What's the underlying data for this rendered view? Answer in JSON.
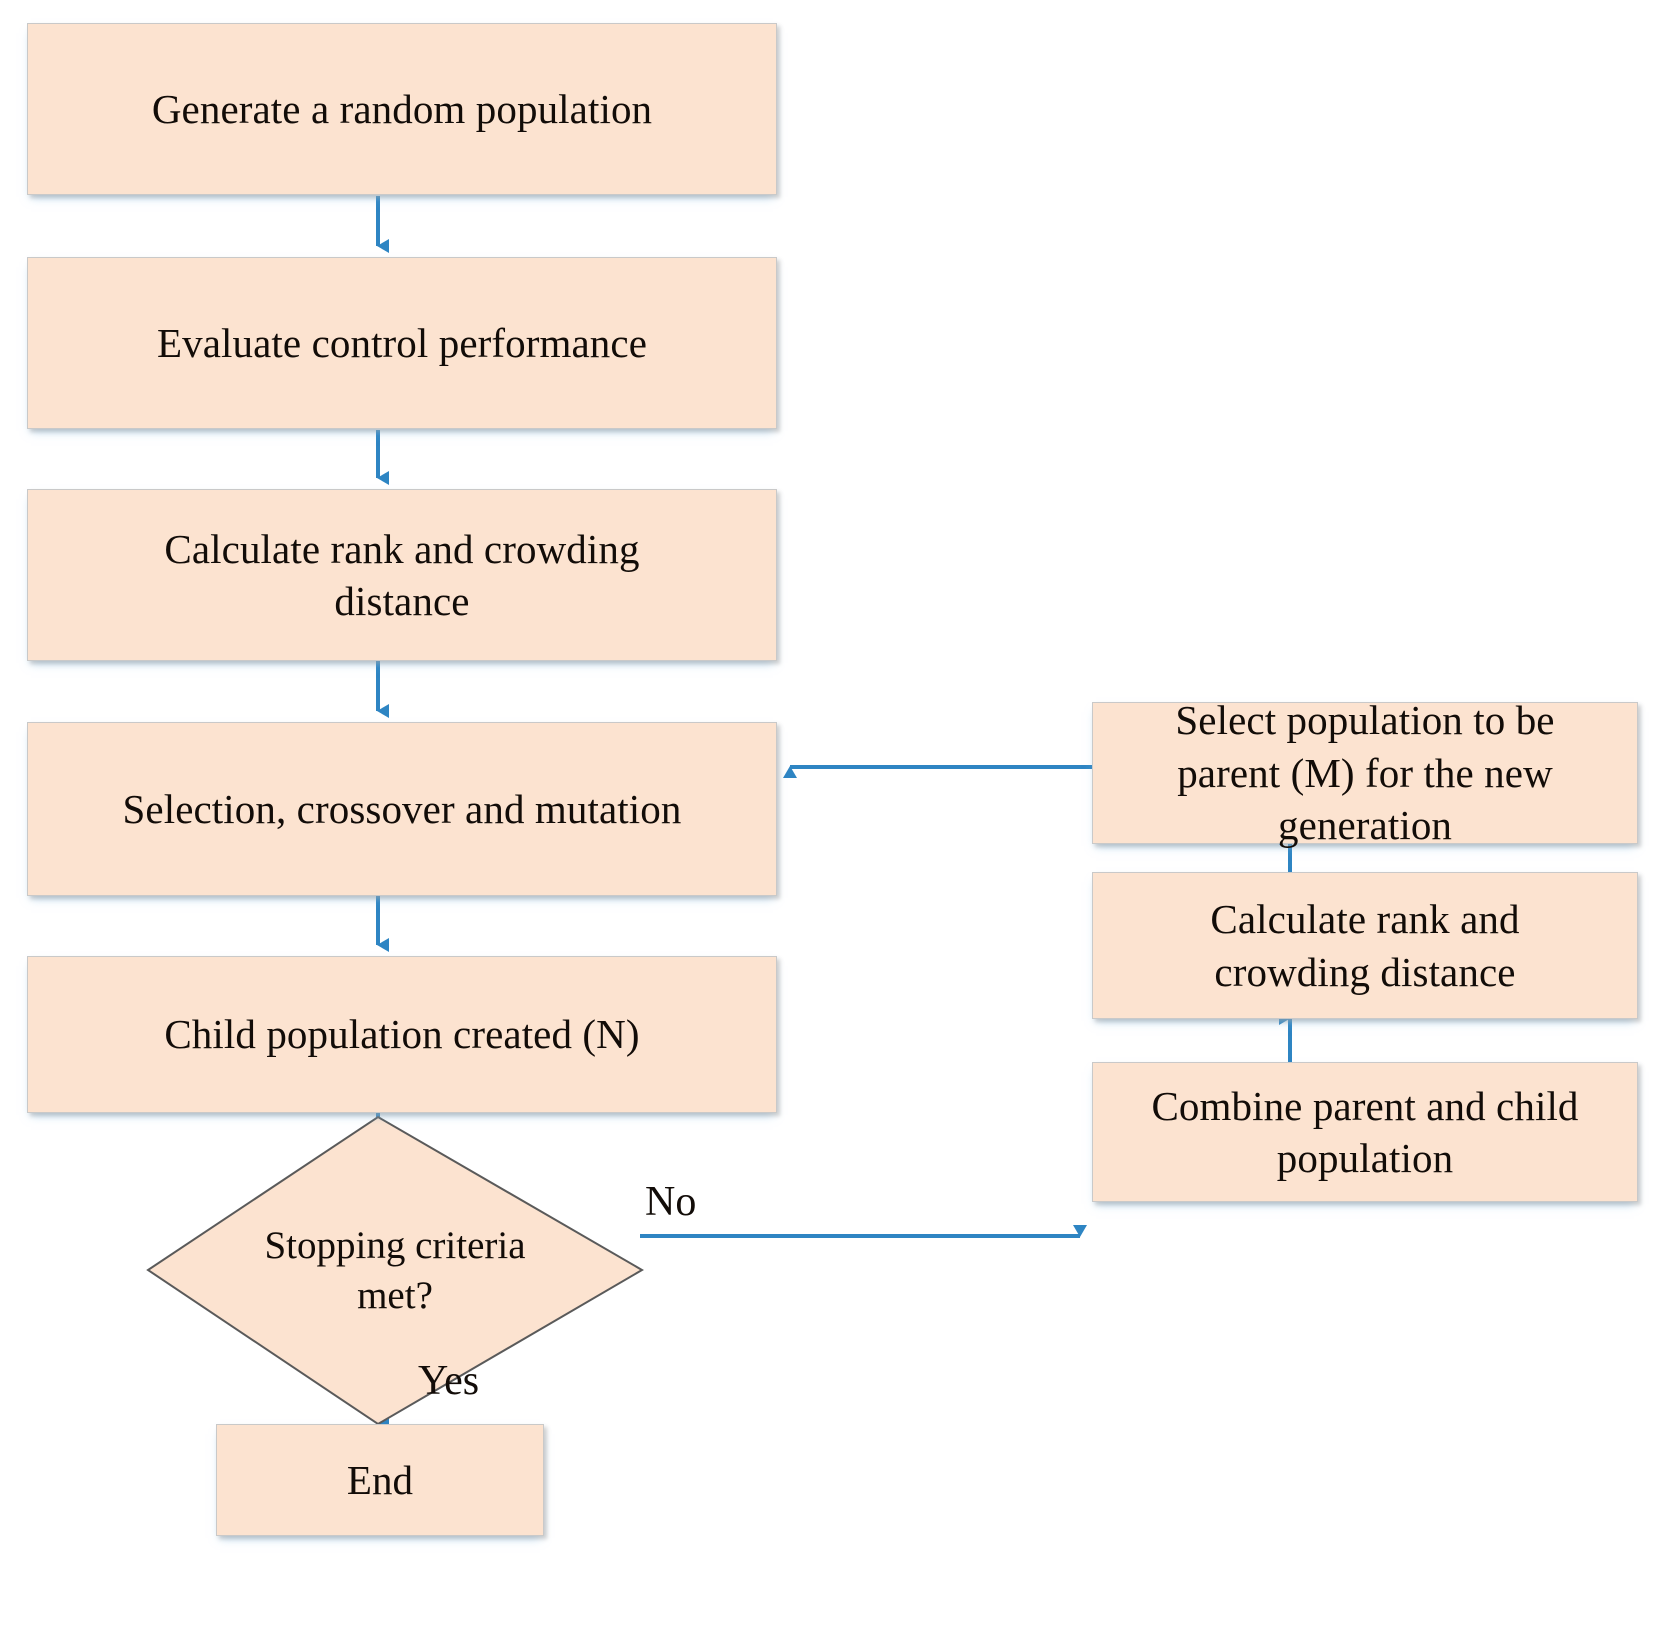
{
  "diagram": {
    "type": "flowchart",
    "title": "NSGA-II multi-objective optimization flowchart",
    "colors": {
      "node_fill": "#fce3d0",
      "node_border": "#c9c9c9",
      "arrow": "#2e85c3",
      "diamond_border": "#5a5a5a",
      "text": "#120c08",
      "background": "#ffffff"
    },
    "nodes": [
      {
        "id": "generate-random-population",
        "shape": "process",
        "label": "Generate a random population",
        "font_size": 41
      },
      {
        "id": "evaluate-control-performance",
        "shape": "process",
        "label": "Evaluate control performance",
        "font_size": 41
      },
      {
        "id": "calculate-rank-crowding-distance-left",
        "shape": "process",
        "label": "Calculate rank and crowding\ndistance",
        "font_size": 41
      },
      {
        "id": "selection-crossover-mutation",
        "shape": "process",
        "label": "Selection, crossover and mutation",
        "font_size": 41
      },
      {
        "id": "child-population-created",
        "shape": "process",
        "label": "Child population created (N)",
        "font_size": 41
      },
      {
        "id": "stopping-criteria-met",
        "shape": "decision",
        "label": "Stopping criteria\nmet?",
        "font_size": 39
      },
      {
        "id": "end",
        "shape": "process",
        "label": "End",
        "font_size": 41
      },
      {
        "id": "select-population-parent",
        "shape": "process",
        "label": "Select population to be\nparent (M) for the new\ngeneration",
        "font_size": 41
      },
      {
        "id": "calculate-rank-crowding-distance-right",
        "shape": "process",
        "label": "Calculate rank and\ncrowding distance",
        "font_size": 41
      },
      {
        "id": "combine-parent-child-population",
        "shape": "process",
        "label": "Combine parent and child\npopulation",
        "font_size": 41
      }
    ],
    "edge_labels": [
      {
        "id": "edge-label-no",
        "text": "No"
      },
      {
        "id": "edge-label-yes",
        "text": "Yes"
      }
    ],
    "edges": [
      {
        "from": "generate-random-population",
        "to": "evaluate-control-performance",
        "label": ""
      },
      {
        "from": "evaluate-control-performance",
        "to": "calculate-rank-crowding-distance-left",
        "label": ""
      },
      {
        "from": "calculate-rank-crowding-distance-left",
        "to": "selection-crossover-mutation",
        "label": ""
      },
      {
        "from": "selection-crossover-mutation",
        "to": "child-population-created",
        "label": ""
      },
      {
        "from": "child-population-created",
        "to": "stopping-criteria-met",
        "label": ""
      },
      {
        "from": "stopping-criteria-met",
        "to": "end",
        "label": "Yes"
      },
      {
        "from": "stopping-criteria-met",
        "to": "combine-parent-child-population",
        "label": "No"
      },
      {
        "from": "combine-parent-child-population",
        "to": "calculate-rank-crowding-distance-right",
        "label": ""
      },
      {
        "from": "calculate-rank-crowding-distance-right",
        "to": "select-population-parent",
        "label": ""
      },
      {
        "from": "select-population-parent",
        "to": "selection-crossover-mutation",
        "label": ""
      }
    ]
  }
}
